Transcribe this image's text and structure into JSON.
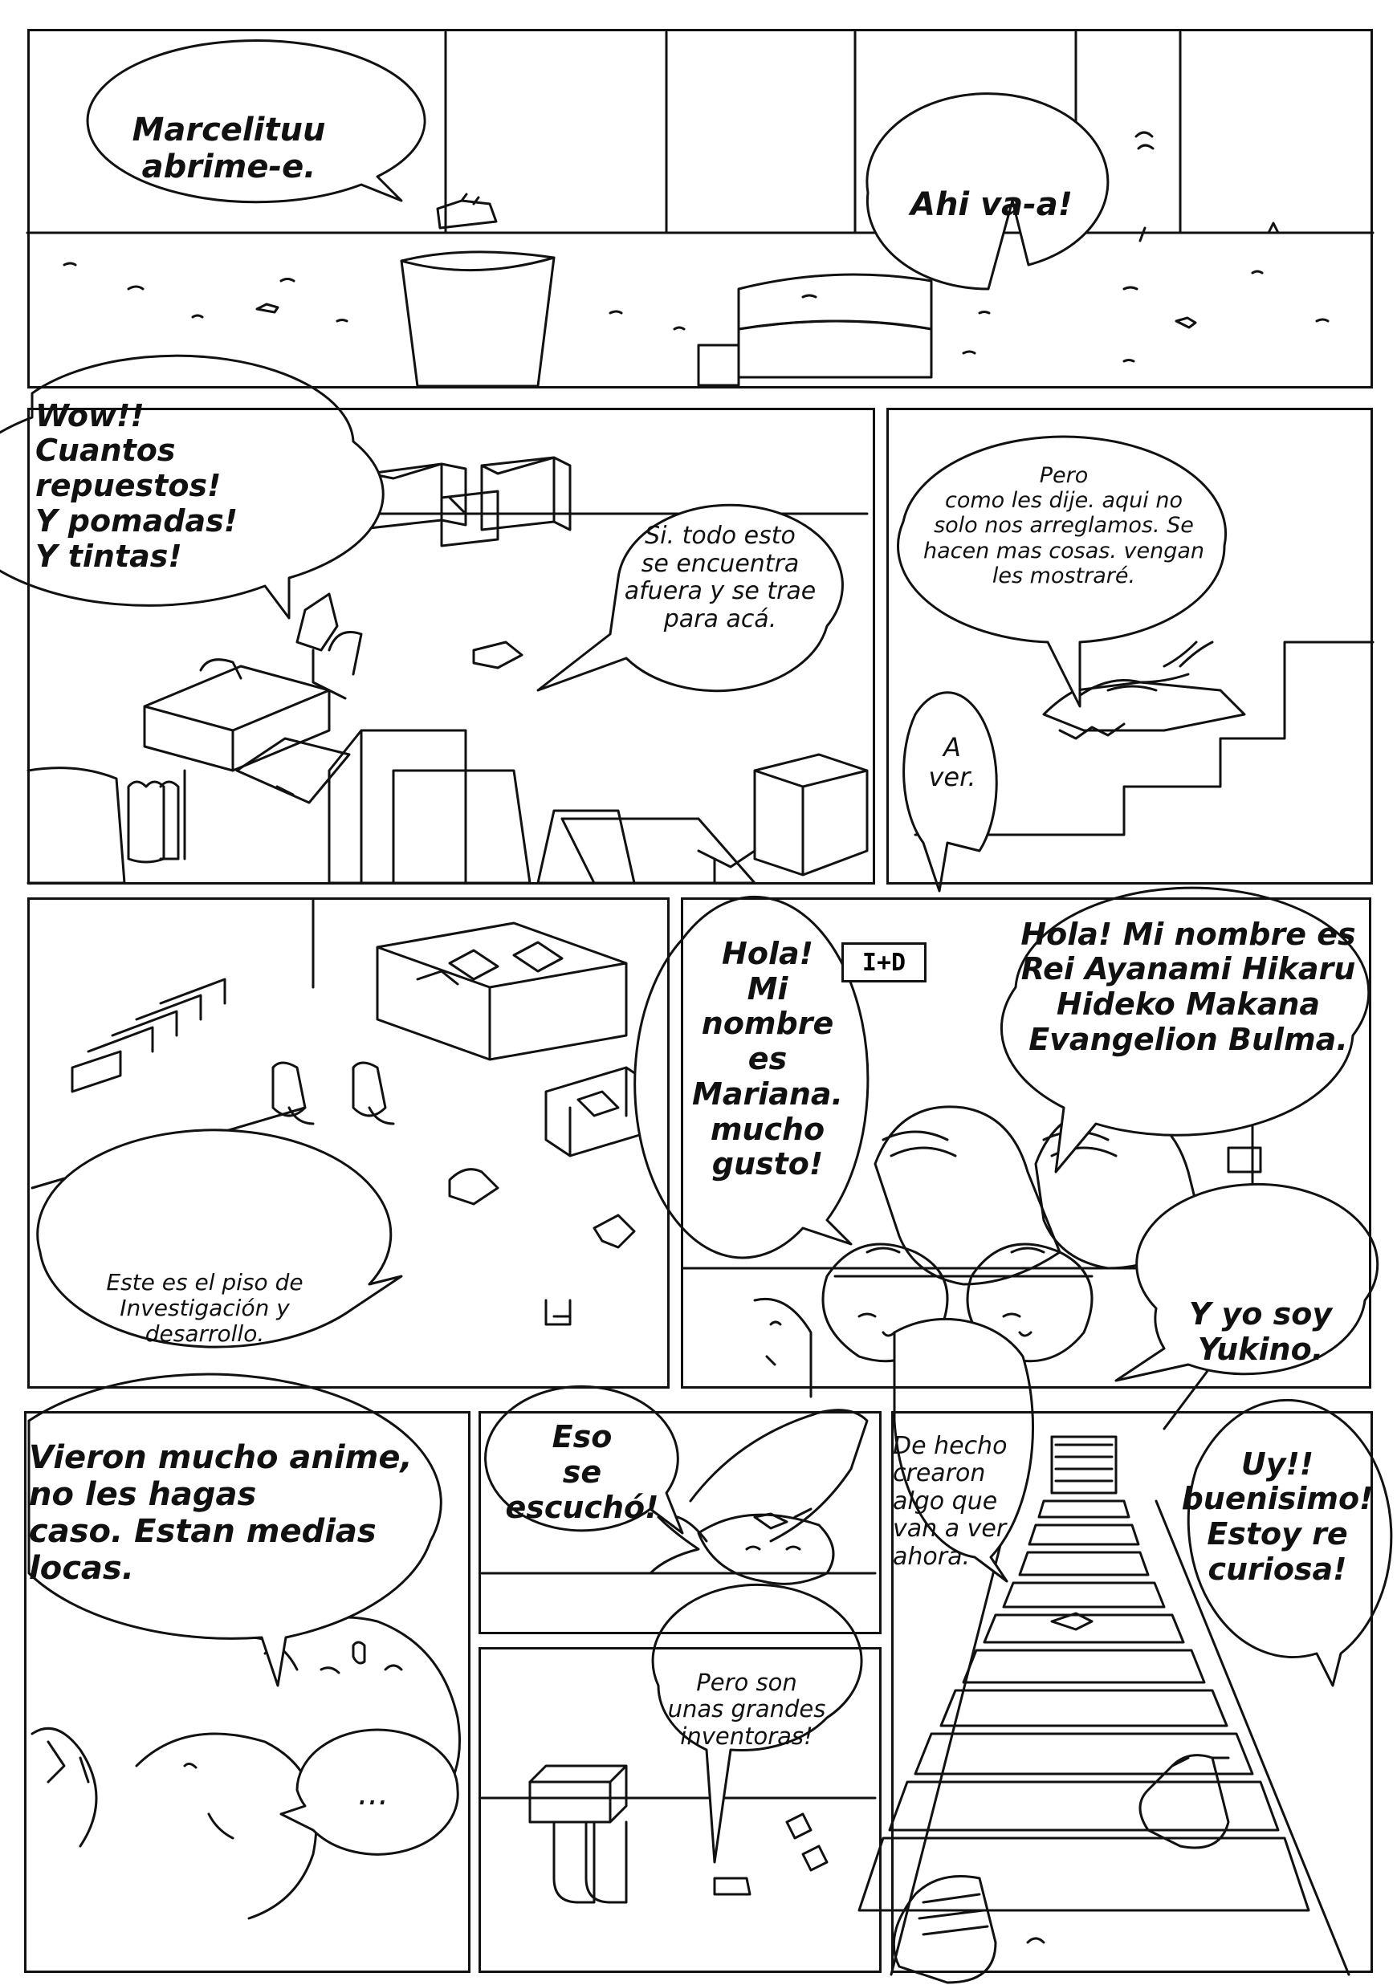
{
  "page": {
    "background": "#ffffff",
    "ink": "#111111"
  },
  "panels": [
    {
      "id": "p1",
      "bubbles": {
        "marcelitu": "Marcelituu\nabrime-e.",
        "ahi_va": "Ahi va-a!"
      }
    },
    {
      "id": "p2",
      "bubbles": {
        "wow": "Wow!! Cuantos\nrepuestos!\nY pomadas!\nY tintas!",
        "si_todo": "Si. todo esto\nse encuentra\nafuera y se trae\npara acá."
      }
    },
    {
      "id": "p3",
      "bubbles": {
        "pero_como": "Pero\ncomo les dije. aqui no\nsolo nos arreglamos. Se\nhacen mas cosas. vengan\nles mostraré.",
        "a_ver": "A\nver."
      }
    },
    {
      "id": "p4",
      "bubbles": {
        "este_es": "Este es el piso de\nInvestigación y\ndesarrollo."
      }
    },
    {
      "id": "p5",
      "sign": "I+D",
      "bubbles": {
        "hola_mariana": "Hola!\nMi nombre\nes\nMariana.\nmucho\ngusto!",
        "hola_rei": "Hola! Mi nombre es\nRei Ayanami Hikaru\nHideko Makana\nEvangelion Bulma.",
        "yukino": "Y yo soy\nYukino."
      }
    },
    {
      "id": "p6",
      "bubbles": {
        "vieron": "Vieron mucho anime,\nno les hagas\ncaso. Estan medias\nlocas.",
        "dots": "..."
      }
    },
    {
      "id": "p7",
      "bubbles": {
        "eso": "Eso\nse escuchó!"
      }
    },
    {
      "id": "p8",
      "bubbles": {
        "pero_son": "Pero son\nunas grandes\ninventoras!"
      }
    },
    {
      "id": "p9",
      "bubbles": {
        "de_hecho": "De hecho\ncrearon\nalgo que\nvan a ver\nahora.",
        "uy": "Uy!!\nbuenisimo!\nEstoy re\ncuriosa!"
      }
    }
  ]
}
